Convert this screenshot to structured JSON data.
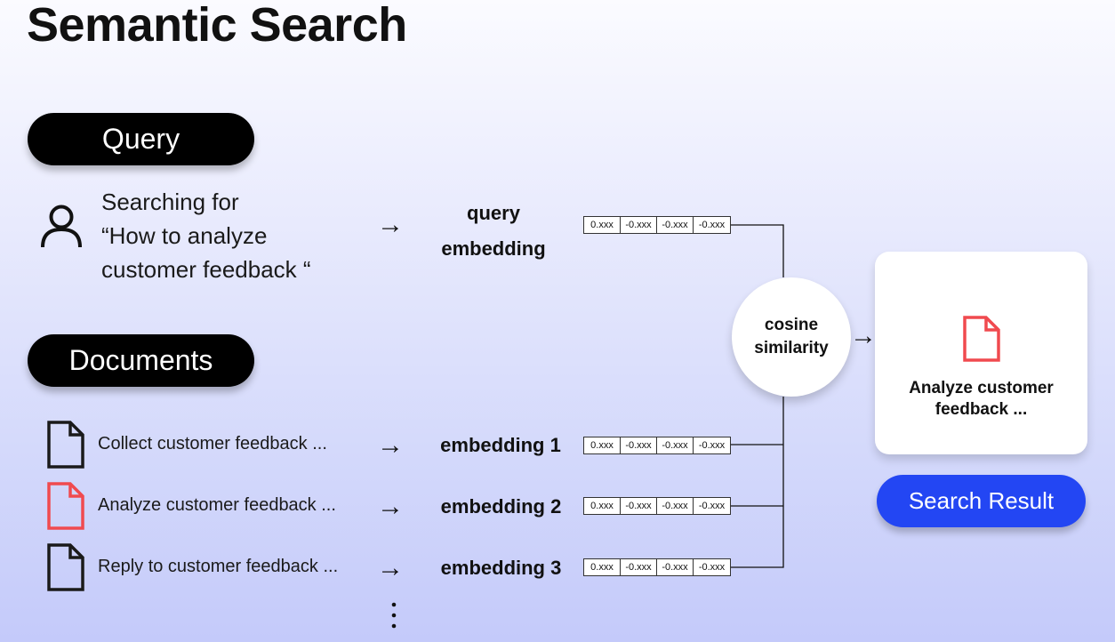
{
  "title": "Semantic Search",
  "query_section": {
    "label": "Query",
    "text": "Searching for\n“How to analyze\ncustomer feedback “",
    "embedding_label": "query\nembedding",
    "vector": [
      "0.xxx",
      "-0.xxx",
      "-0.xxx",
      "-0.xxx"
    ]
  },
  "documents_section": {
    "label": "Documents",
    "items": [
      {
        "text": "Collect customer feedback ...",
        "embedding_label": "embedding 1",
        "vector": [
          "0.xxx",
          "-0.xxx",
          "-0.xxx",
          "-0.xxx"
        ],
        "highlighted": false
      },
      {
        "text": "Analyze customer feedback ...",
        "embedding_label": "embedding 2",
        "vector": [
          "0.xxx",
          "-0.xxx",
          "-0.xxx",
          "-0.xxx"
        ],
        "highlighted": true
      },
      {
        "text": "Reply to customer feedback ...",
        "embedding_label": "embedding 3",
        "vector": [
          "0.xxx",
          "-0.xxx",
          "-0.xxx",
          "-0.xxx"
        ],
        "highlighted": false
      }
    ],
    "more_indicator": "⋮"
  },
  "similarity": {
    "label": "cosine\nsimilarity"
  },
  "result": {
    "card_text": "Analyze customer\nfeedback ...",
    "pill_label": "Search Result"
  },
  "arrow_glyph": "→",
  "colors": {
    "highlight_doc": "#f04a4f",
    "doc_icon": "#1a1a1a",
    "result_pill": "#2346f3",
    "pill": "#000000"
  },
  "icons": {
    "user": "user-icon",
    "document": "document-icon",
    "highlighted_document": "document-highlight-icon"
  }
}
